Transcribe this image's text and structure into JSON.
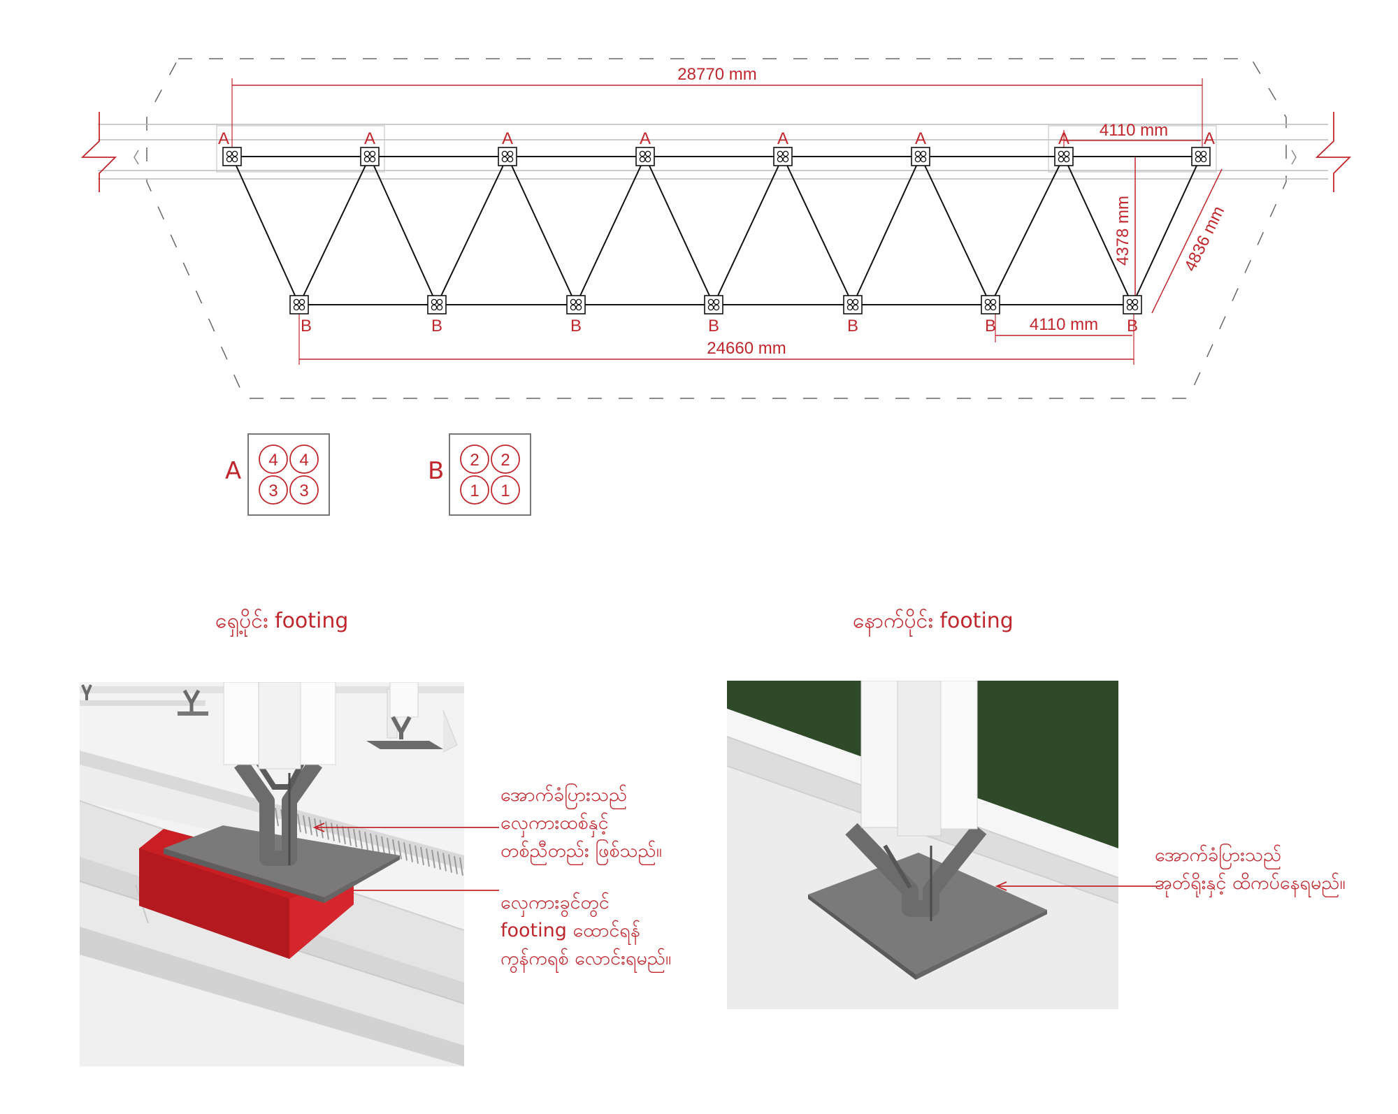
{
  "plan": {
    "dim_top_total": "28770 mm",
    "dim_top_bay": "4110 mm",
    "dim_bottom_total": "24660 mm",
    "dim_bottom_bay": "4110 mm",
    "dim_depth": "4378 mm",
    "dim_diagonal": "4836 mm",
    "top_labels": [
      "A",
      "A",
      "A",
      "A",
      "A",
      "A",
      "A",
      "A"
    ],
    "bottom_labels": [
      "B",
      "B",
      "B",
      "B",
      "B",
      "B",
      "B"
    ]
  },
  "legend": {
    "a": {
      "letter": "A",
      "cells": [
        "4",
        "4",
        "3",
        "3"
      ]
    },
    "b": {
      "letter": "B",
      "cells": [
        "2",
        "2",
        "1",
        "1"
      ]
    }
  },
  "left_panel": {
    "title": "ရှေ့ပိုင်း footing",
    "note1": "အောက်ခံပြားသည်\nလှေကားထစ်နှင့်\nတစ်ညီတည်း ဖြစ်သည်။",
    "note2": "လှေကားခွင်တွင်\nfooting ထောင်ရန်\nကွန်ကရစ် လောင်းရမည်။"
  },
  "right_panel": {
    "title": "နောက်ပိုင်း footing",
    "note1": "အောက်ခံပြားသည်\nအုတ်ရိုးနှင့် ထိကပ်နေရမည်။"
  },
  "colors": {
    "accent": "#c0272d",
    "line": "#111111",
    "wall_green": "#2f4a29",
    "plate_gray": "#7a7a7a",
    "concrete_red": "#c81e24"
  }
}
